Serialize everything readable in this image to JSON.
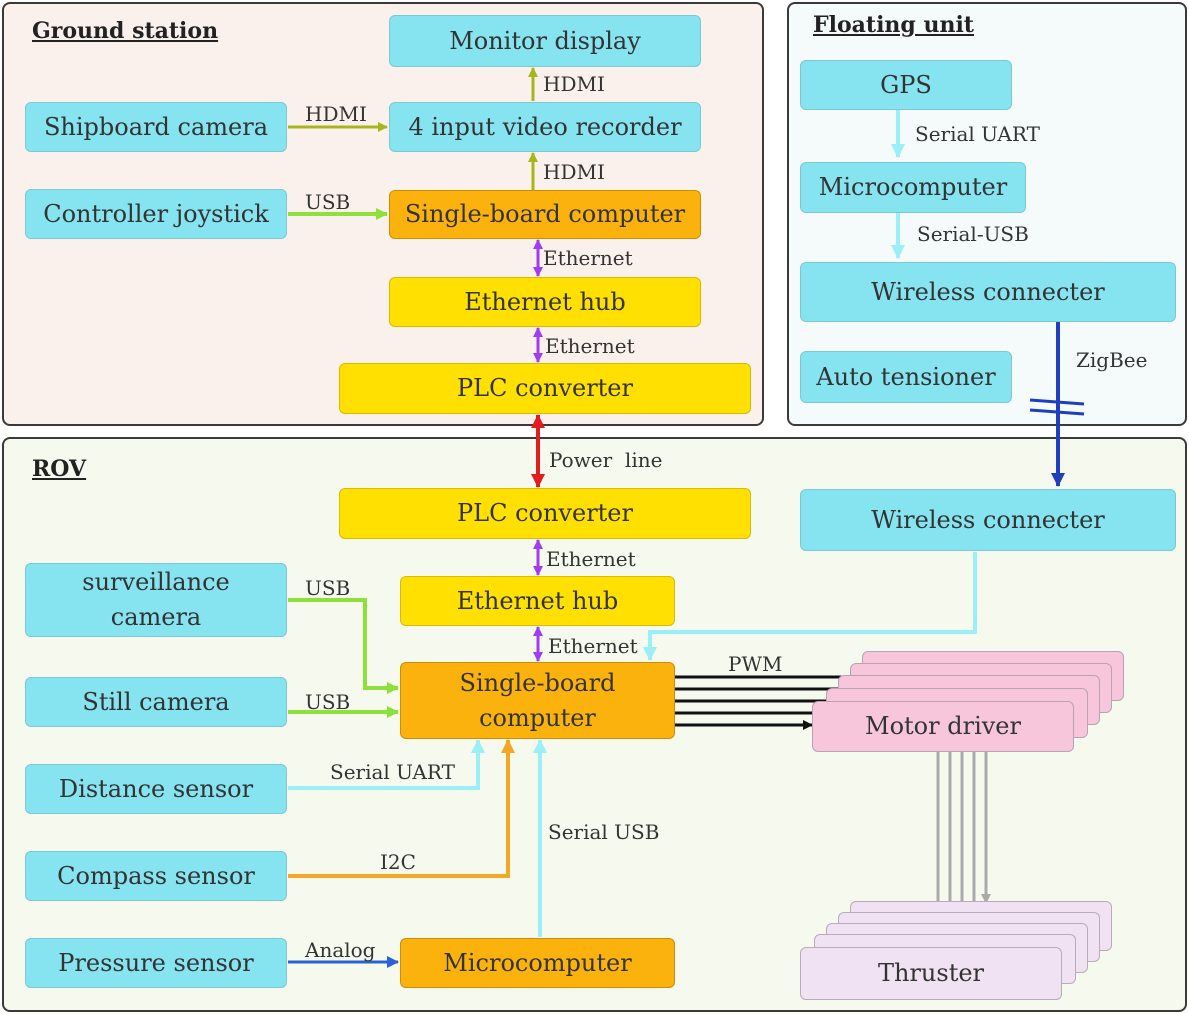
{
  "panels": {
    "ground": {
      "title": "Ground station"
    },
    "floating": {
      "title": "Floating unit"
    },
    "rov": {
      "title": "ROV"
    }
  },
  "ground": {
    "monitor": "Monitor display",
    "recorder": "4 input video recorder",
    "shipboard_camera": "Shipboard camera",
    "joystick": "Controller joystick",
    "sbc": "Single-board computer",
    "hub": "Ethernet hub",
    "plc": "PLC converter"
  },
  "floating": {
    "gps": "GPS",
    "microcomputer": "Microcomputer",
    "wireless": "Wireless connecter",
    "tensioner": "Auto tensioner"
  },
  "rov": {
    "plc": "PLC converter",
    "wireless": "Wireless connecter",
    "hub": "Ethernet hub",
    "surveillance_camera": "surveillance camera",
    "still_camera": "Still camera",
    "sbc": "Single-board computer",
    "motor_driver": "Motor driver",
    "distance_sensor": "Distance sensor",
    "compass_sensor": "Compass sensor",
    "pressure_sensor": "Pressure sensor",
    "microcomputer": "Microcomputer",
    "thruster": "Thruster"
  },
  "links": {
    "hdmi_recorder_monitor": "HDMI",
    "hdmi_camera_recorder": "HDMI",
    "hdmi_sbc_recorder": "HDMI",
    "usb_joystick": "USB",
    "eth_sbc_hub": "Ethernet",
    "eth_hub_plc": "Ethernet",
    "serial_uart_gps": "Serial UART",
    "serial_usb_floating": "Serial-USB",
    "zigbee": "ZigBee",
    "power_line": "Power  line",
    "eth_plc_hub_rov": "Ethernet",
    "eth_hub_sbc_rov": "Ethernet",
    "usb_surveillance": "USB",
    "usb_still": "USB",
    "pwm": "PWM",
    "serial_uart_distance": "Serial UART",
    "serial_usb_rov": "Serial USB",
    "i2c": "I2C",
    "analog": "Analog"
  },
  "colors": {
    "cyan": "#86e3f0",
    "yellow": "#ffe000",
    "orange": "#fbb20c",
    "pink": "#f7c6da",
    "lavender": "#f1e2f3",
    "hdmi_arrow": "#a8b51c",
    "usb_arrow": "#8ee03a",
    "ethernet_arrow": "#a23cf0",
    "power_arrow": "#e11d1d",
    "zigbee_arrow": "#1f3fbf",
    "serial_arrow": "#9bf0f7",
    "i2c_arrow": "#f5a623",
    "analog_arrow": "#2a62d6"
  }
}
